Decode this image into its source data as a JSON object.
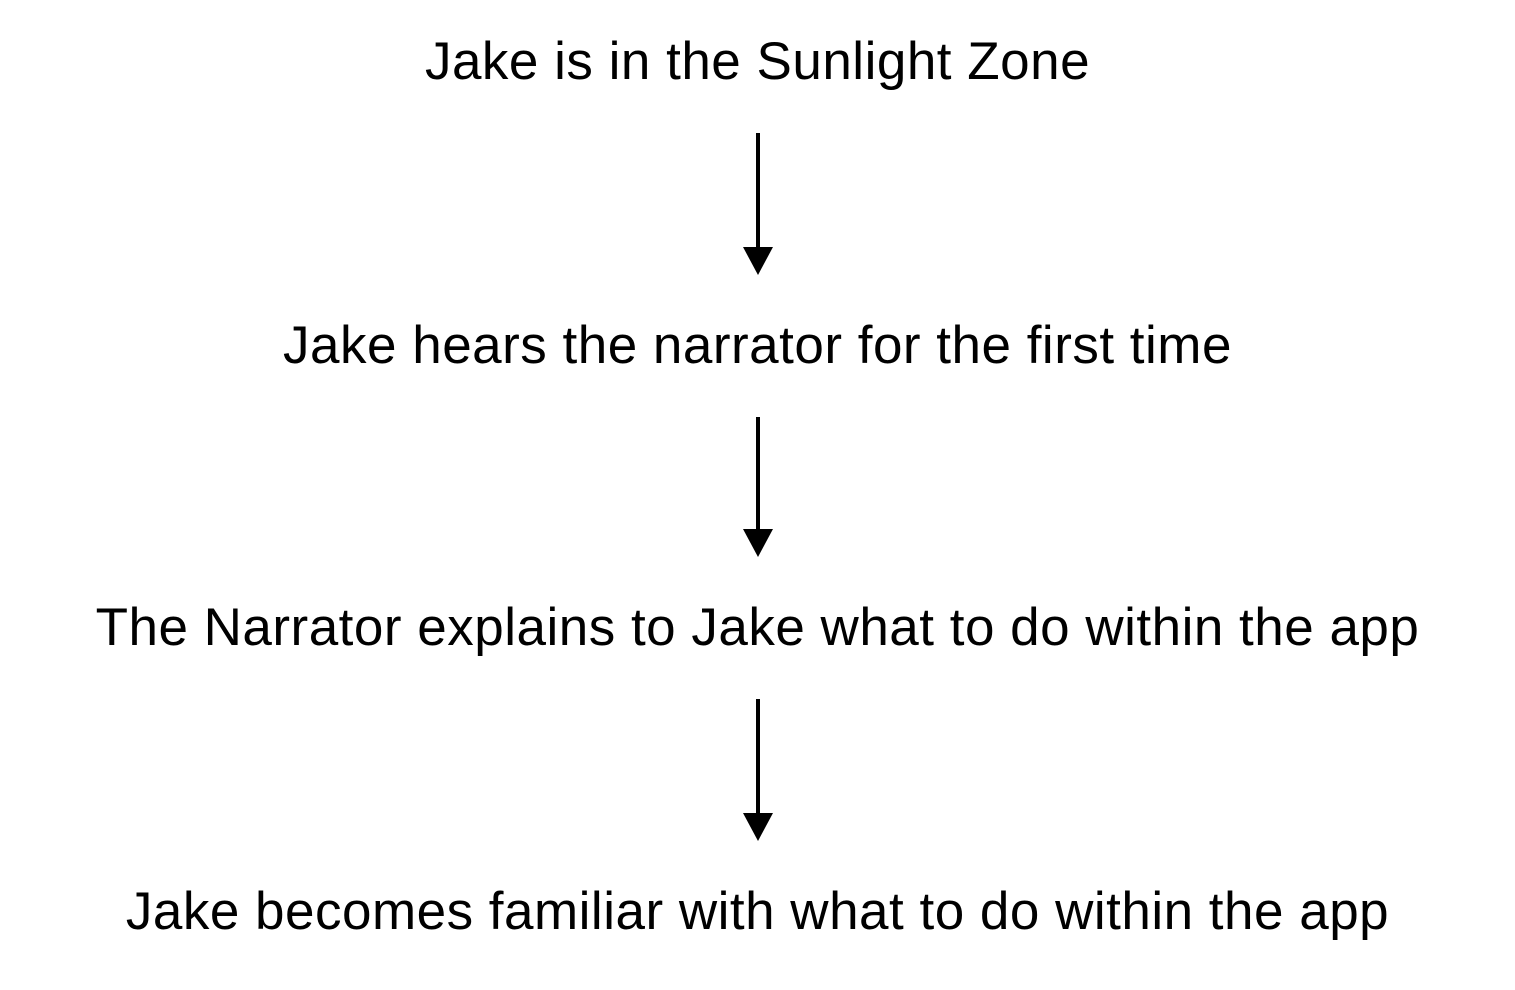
{
  "flowchart": {
    "title": "user-flow-diagram",
    "nodes": [
      {
        "id": "step-1",
        "label": "Jake is in the Sunlight Zone"
      },
      {
        "id": "step-2",
        "label": "Jake hears the narrator for the first time"
      },
      {
        "id": "step-3",
        "label": "The Narrator explains to Jake what to do within the app"
      },
      {
        "id": "step-4",
        "label": "Jake becomes familiar with what to do within the app"
      }
    ],
    "edges": [
      {
        "from": "step-1",
        "to": "step-2",
        "style": "down-arrow"
      },
      {
        "from": "step-2",
        "to": "step-3",
        "style": "down-arrow"
      },
      {
        "from": "step-3",
        "to": "step-4",
        "style": "down-arrow"
      }
    ],
    "colors": {
      "background": "#ffffff",
      "text": "#000000",
      "arrow": "#000000"
    }
  }
}
